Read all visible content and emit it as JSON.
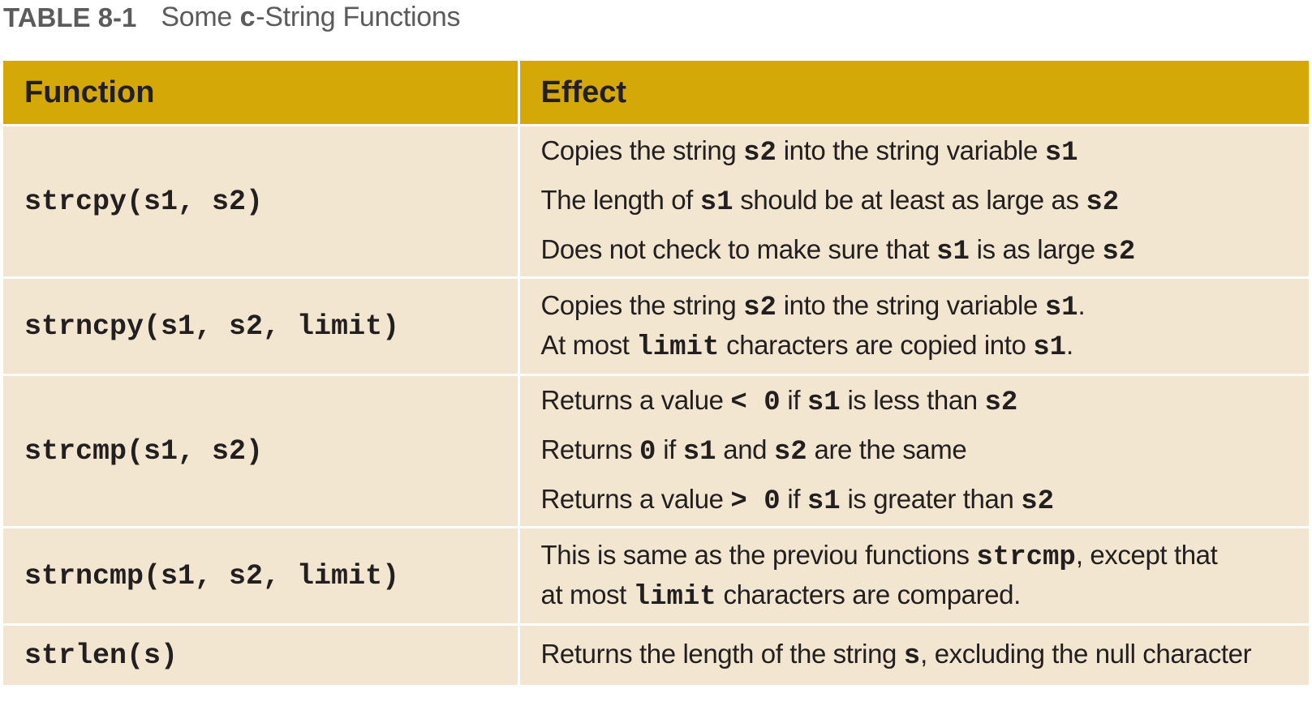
{
  "caption": {
    "number": "TABLE 8-1",
    "title_prefix": "Some ",
    "title_code": "c",
    "title_suffix": "-String Functions"
  },
  "table": {
    "headers": [
      "Function",
      "Effect"
    ],
    "rows": [
      {
        "function": "strcpy(s1, s2)",
        "effect_lines": [
          [
            {
              "t": "Copies the string "
            },
            {
              "c": "s2"
            },
            {
              "t": " into the string variable "
            },
            {
              "c": "s1"
            }
          ],
          [
            {
              "t": "The length of "
            },
            {
              "c": "s1"
            },
            {
              "t": " should be at least as large as "
            },
            {
              "c": "s2"
            }
          ],
          [
            {
              "t": "Does not check to make sure that "
            },
            {
              "c": "s1"
            },
            {
              "t": " is as large "
            },
            {
              "c": "s2"
            }
          ]
        ]
      },
      {
        "function": "strncpy(s1, s2, limit)",
        "effect_lines": [
          [
            {
              "t": "Copies the string "
            },
            {
              "c": "s2"
            },
            {
              "t": " into the string variable "
            },
            {
              "c": "s1"
            },
            {
              "t": "."
            }
          ],
          [
            {
              "t": "At most "
            },
            {
              "c": "limit"
            },
            {
              "t": " characters are copied into "
            },
            {
              "c": "s1"
            },
            {
              "t": "."
            }
          ]
        ]
      },
      {
        "function": "strcmp(s1, s2)",
        "effect_lines": [
          [
            {
              "t": "Returns a value "
            },
            {
              "c": "< 0"
            },
            {
              "t": " if "
            },
            {
              "c": "s1"
            },
            {
              "t": " is less than "
            },
            {
              "c": "s2"
            }
          ],
          [
            {
              "t": "Returns "
            },
            {
              "c": "0"
            },
            {
              "t": " if "
            },
            {
              "c": "s1"
            },
            {
              "t": " and "
            },
            {
              "c": "s2"
            },
            {
              "t": " are the same"
            }
          ],
          [
            {
              "t": "Returns a value "
            },
            {
              "c": "> 0"
            },
            {
              "t": " if "
            },
            {
              "c": "s1"
            },
            {
              "t": " is greater than "
            },
            {
              "c": "s2"
            }
          ]
        ]
      },
      {
        "function": "strncmp(s1, s2, limit)",
        "effect_lines": [
          [
            {
              "t": "This is same as the previou functions "
            },
            {
              "c": "strcmp"
            },
            {
              "t": ", except that"
            }
          ],
          [
            {
              "t": "at most "
            },
            {
              "c": "limit"
            },
            {
              "t": " characters are compared."
            }
          ]
        ]
      },
      {
        "function": "strlen(s)",
        "effect_lines": [
          [
            {
              "t": "Returns the length of the string "
            },
            {
              "c": "s"
            },
            {
              "t": ", excluding the null character"
            }
          ]
        ]
      }
    ]
  }
}
